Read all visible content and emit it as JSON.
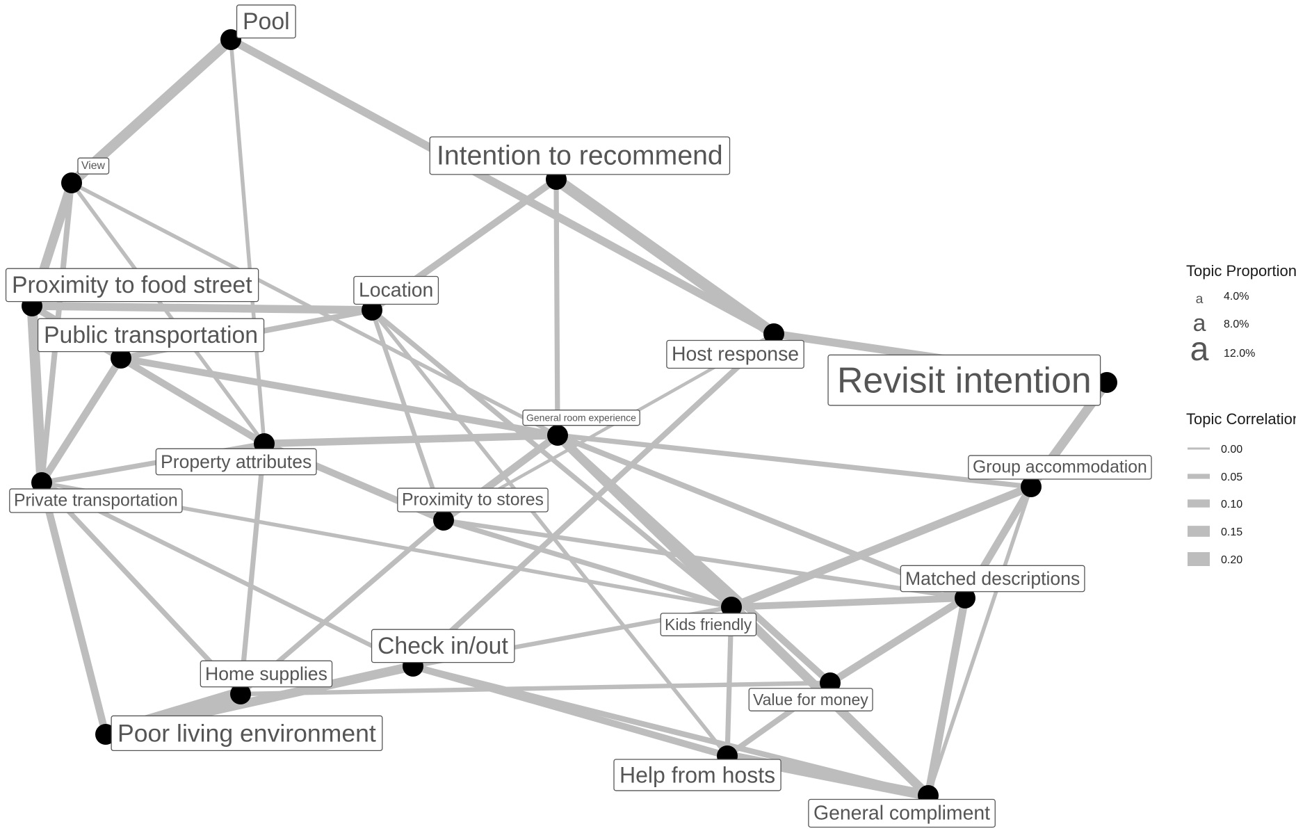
{
  "network": {
    "nodes": [
      {
        "id": "pool",
        "label": "Pool",
        "proportion": 8.0
      },
      {
        "id": "view",
        "label": "View",
        "proportion": 3.0
      },
      {
        "id": "intention",
        "label": "Intention to recommend",
        "proportion": 9.5
      },
      {
        "id": "food",
        "label": "Proximity to food street",
        "proportion": 8.0
      },
      {
        "id": "location",
        "label": "Location",
        "proportion": 6.5
      },
      {
        "id": "public",
        "label": "Public transportation",
        "proportion": 8.0
      },
      {
        "id": "host",
        "label": "Host response",
        "proportion": 6.5
      },
      {
        "id": "revisit",
        "label": "Revisit intention",
        "proportion": 13.0
      },
      {
        "id": "general",
        "label": "General room experience",
        "proportion": 2.5
      },
      {
        "id": "property",
        "label": "Property attributes",
        "proportion": 6.0
      },
      {
        "id": "private",
        "label": "Private transportation",
        "proportion": 5.5
      },
      {
        "id": "stores",
        "label": "Proximity to stores",
        "proportion": 5.5
      },
      {
        "id": "group",
        "label": "Group accommodation",
        "proportion": 5.5
      },
      {
        "id": "matched",
        "label": "Matched descriptions",
        "proportion": 6.0
      },
      {
        "id": "kids",
        "label": "Kids friendly",
        "proportion": 5.0
      },
      {
        "id": "checkin",
        "label": "Check in/out",
        "proportion": 8.0
      },
      {
        "id": "home",
        "label": "Home supplies",
        "proportion": 6.0
      },
      {
        "id": "value",
        "label": "Value for money",
        "proportion": 5.0
      },
      {
        "id": "poor",
        "label": "Poor living environment",
        "proportion": 8.5
      },
      {
        "id": "help",
        "label": "Help from hosts",
        "proportion": 7.5
      },
      {
        "id": "compliment",
        "label": "General compliment",
        "proportion": 6.5
      }
    ],
    "edges": [
      {
        "source": "pool",
        "target": "view",
        "correlation": 0.14
      },
      {
        "source": "pool",
        "target": "host",
        "correlation": 0.1
      },
      {
        "source": "pool",
        "target": "property",
        "correlation": 0.03
      },
      {
        "source": "view",
        "target": "food",
        "correlation": 0.12
      },
      {
        "source": "view",
        "target": "private",
        "correlation": 0.06
      },
      {
        "source": "view",
        "target": "property",
        "correlation": 0.03
      },
      {
        "source": "view",
        "target": "general",
        "correlation": 0.03
      },
      {
        "source": "intention",
        "target": "location",
        "correlation": 0.08
      },
      {
        "source": "intention",
        "target": "general",
        "correlation": 0.05
      },
      {
        "source": "intention",
        "target": "host",
        "correlation": 0.16
      },
      {
        "source": "food",
        "target": "location",
        "correlation": 0.1
      },
      {
        "source": "food",
        "target": "private",
        "correlation": 0.14
      },
      {
        "source": "food",
        "target": "public",
        "correlation": 0.08
      },
      {
        "source": "public",
        "target": "location",
        "correlation": 0.06
      },
      {
        "source": "public",
        "target": "general",
        "correlation": 0.08
      },
      {
        "source": "public",
        "target": "property",
        "correlation": 0.08
      },
      {
        "source": "public",
        "target": "private",
        "correlation": 0.09
      },
      {
        "source": "location",
        "target": "stores",
        "correlation": 0.04
      },
      {
        "source": "location",
        "target": "help",
        "correlation": 0.03
      },
      {
        "source": "location",
        "target": "kids",
        "correlation": 0.05
      },
      {
        "source": "host",
        "target": "revisit",
        "correlation": 0.1
      },
      {
        "source": "host",
        "target": "checkin",
        "correlation": 0.06
      },
      {
        "source": "host",
        "target": "stores",
        "correlation": 0.02
      },
      {
        "source": "revisit",
        "target": "group",
        "correlation": 0.12
      },
      {
        "source": "general",
        "target": "property",
        "correlation": 0.09
      },
      {
        "source": "general",
        "target": "group",
        "correlation": 0.05
      },
      {
        "source": "general",
        "target": "stores",
        "correlation": 0.09
      },
      {
        "source": "general",
        "target": "matched",
        "correlation": 0.06
      },
      {
        "source": "general",
        "target": "value",
        "correlation": 0.08
      },
      {
        "source": "general",
        "target": "compliment",
        "correlation": 0.12
      },
      {
        "source": "property",
        "target": "private",
        "correlation": 0.05
      },
      {
        "source": "property",
        "target": "stores",
        "correlation": 0.08
      },
      {
        "source": "property",
        "target": "home",
        "correlation": 0.05
      },
      {
        "source": "private",
        "target": "poor",
        "correlation": 0.09
      },
      {
        "source": "private",
        "target": "home",
        "correlation": 0.05
      },
      {
        "source": "private",
        "target": "checkin",
        "correlation": 0.04
      },
      {
        "source": "private",
        "target": "kids",
        "correlation": 0.03
      },
      {
        "source": "stores",
        "target": "matched",
        "correlation": 0.04
      },
      {
        "source": "stores",
        "target": "home",
        "correlation": 0.05
      },
      {
        "source": "stores",
        "target": "kids",
        "correlation": 0.05
      },
      {
        "source": "group",
        "target": "kids",
        "correlation": 0.1
      },
      {
        "source": "group",
        "target": "matched",
        "correlation": 0.09
      },
      {
        "source": "group",
        "target": "compliment",
        "correlation": 0.03
      },
      {
        "source": "matched",
        "target": "kids",
        "correlation": 0.08
      },
      {
        "source": "matched",
        "target": "value",
        "correlation": 0.09
      },
      {
        "source": "matched",
        "target": "compliment",
        "correlation": 0.1
      },
      {
        "source": "kids",
        "target": "help",
        "correlation": 0.05
      },
      {
        "source": "kids",
        "target": "checkin",
        "correlation": 0.04
      },
      {
        "source": "checkin",
        "target": "poor",
        "correlation": 0.12
      },
      {
        "source": "checkin",
        "target": "help",
        "correlation": 0.08
      },
      {
        "source": "checkin",
        "target": "compliment",
        "correlation": 0.06
      },
      {
        "source": "home",
        "target": "poor",
        "correlation": 0.2
      },
      {
        "source": "home",
        "target": "value",
        "correlation": 0.04
      },
      {
        "source": "value",
        "target": "help",
        "correlation": 0.06
      },
      {
        "source": "help",
        "target": "compliment",
        "correlation": 0.14
      }
    ]
  },
  "legend": {
    "proportion_title": "Topic Proportion",
    "proportion_items": [
      {
        "glyph": "a",
        "value": 4.0,
        "text": "4.0%"
      },
      {
        "glyph": "a",
        "value": 8.0,
        "text": "8.0%"
      },
      {
        "glyph": "a",
        "value": 12.0,
        "text": "12.0%"
      }
    ],
    "correlation_title": "Topic Correlation",
    "correlation_items": [
      {
        "value": 0.0,
        "text": "0.00"
      },
      {
        "value": 0.05,
        "text": "0.05"
      },
      {
        "value": 0.1,
        "text": "0.10"
      },
      {
        "value": 0.15,
        "text": "0.15"
      },
      {
        "value": 0.2,
        "text": "0.20"
      }
    ]
  },
  "colors": {
    "edge": "#bdbdbd",
    "node": "#000000",
    "label_text": "#555555",
    "label_border": "#555555",
    "background": "#ffffff"
  }
}
